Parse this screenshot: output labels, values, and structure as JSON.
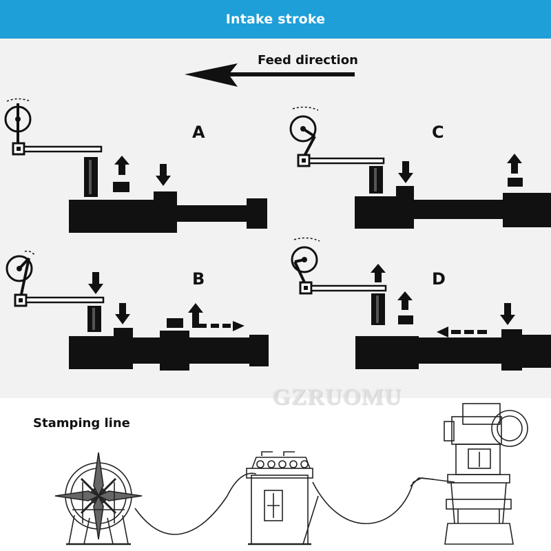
{
  "header": {
    "title": "Intake stroke"
  },
  "diagram": {
    "feed_direction_label": "Feed direction",
    "panels": [
      {
        "id": "A",
        "label": "A"
      },
      {
        "id": "B",
        "label": "B"
      },
      {
        "id": "C",
        "label": "C"
      },
      {
        "id": "D",
        "label": "D"
      }
    ],
    "watermark": "GZRUOMU"
  },
  "stamping": {
    "title": "Stamping line"
  },
  "colors": {
    "header": "#1e9fd8",
    "panel_bg": "#f2f2f2",
    "ink": "#111111"
  }
}
